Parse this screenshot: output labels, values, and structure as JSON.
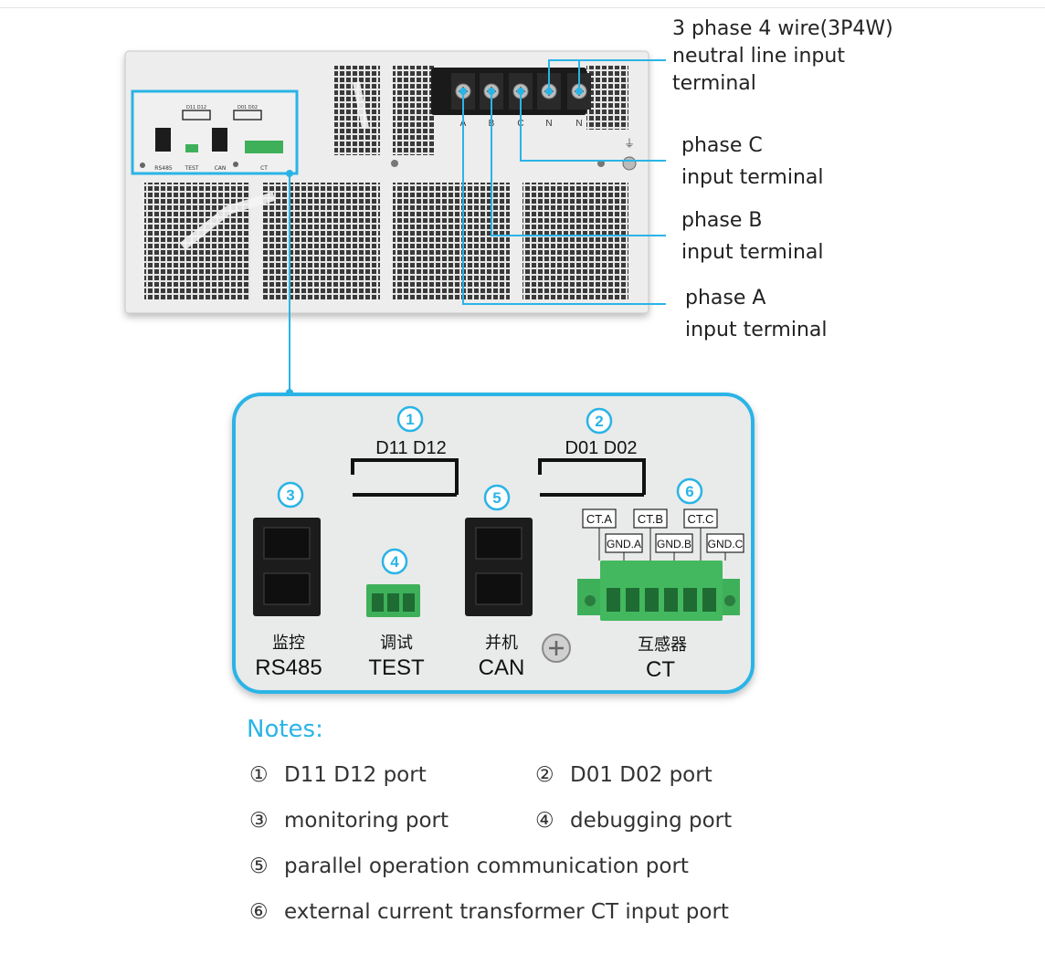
{
  "callouts": {
    "neutral": [
      "3 phase 4 wire(3P4W)",
      "neutral line input",
      "terminal"
    ],
    "phase_c": [
      "phase C",
      "input terminal"
    ],
    "phase_b": [
      "phase B",
      "input terminal"
    ],
    "phase_a": [
      "phase A",
      "input terminal"
    ]
  },
  "device": {
    "terminal_letters": [
      "A",
      "B",
      "C",
      "N",
      "N"
    ],
    "small_panel": {
      "d11": "D11 D12",
      "d01": "D01 D02",
      "rs485": "RS485",
      "test": "TEST",
      "can": "CAN",
      "ct": "CT"
    }
  },
  "detail": {
    "badges": [
      "1",
      "2",
      "3",
      "4",
      "5",
      "6"
    ],
    "d11_label": "D11 D12",
    "d01_label": "D01 D02",
    "rs485_cn": "监控",
    "rs485_en": "RS485",
    "test_cn": "调试",
    "test_en": "TEST",
    "can_cn": "并机",
    "can_en": "CAN",
    "ct_cn": "互感器",
    "ct_en": "CT",
    "ct_top_labels": [
      "CT.A",
      "CT.B",
      "CT.C"
    ],
    "ct_bottom_labels": [
      "GND.A",
      "GND.B",
      "GND.C"
    ]
  },
  "notes": {
    "title": "Notes:",
    "items": [
      {
        "num": "①",
        "text": "D11 D12 port"
      },
      {
        "num": "②",
        "text": "D01 D02 port"
      },
      {
        "num": "③",
        "text": "monitoring port"
      },
      {
        "num": "④",
        "text": "debugging port"
      },
      {
        "num": "⑤",
        "text": "parallel operation communication port"
      },
      {
        "num": "⑥",
        "text": "external current transformer CT input port"
      }
    ]
  },
  "colors": {
    "accent": "#2ab4e6",
    "panel": "#e9eaea",
    "terminal_green": "#3fb05a",
    "port_black": "#1c1c1c"
  }
}
